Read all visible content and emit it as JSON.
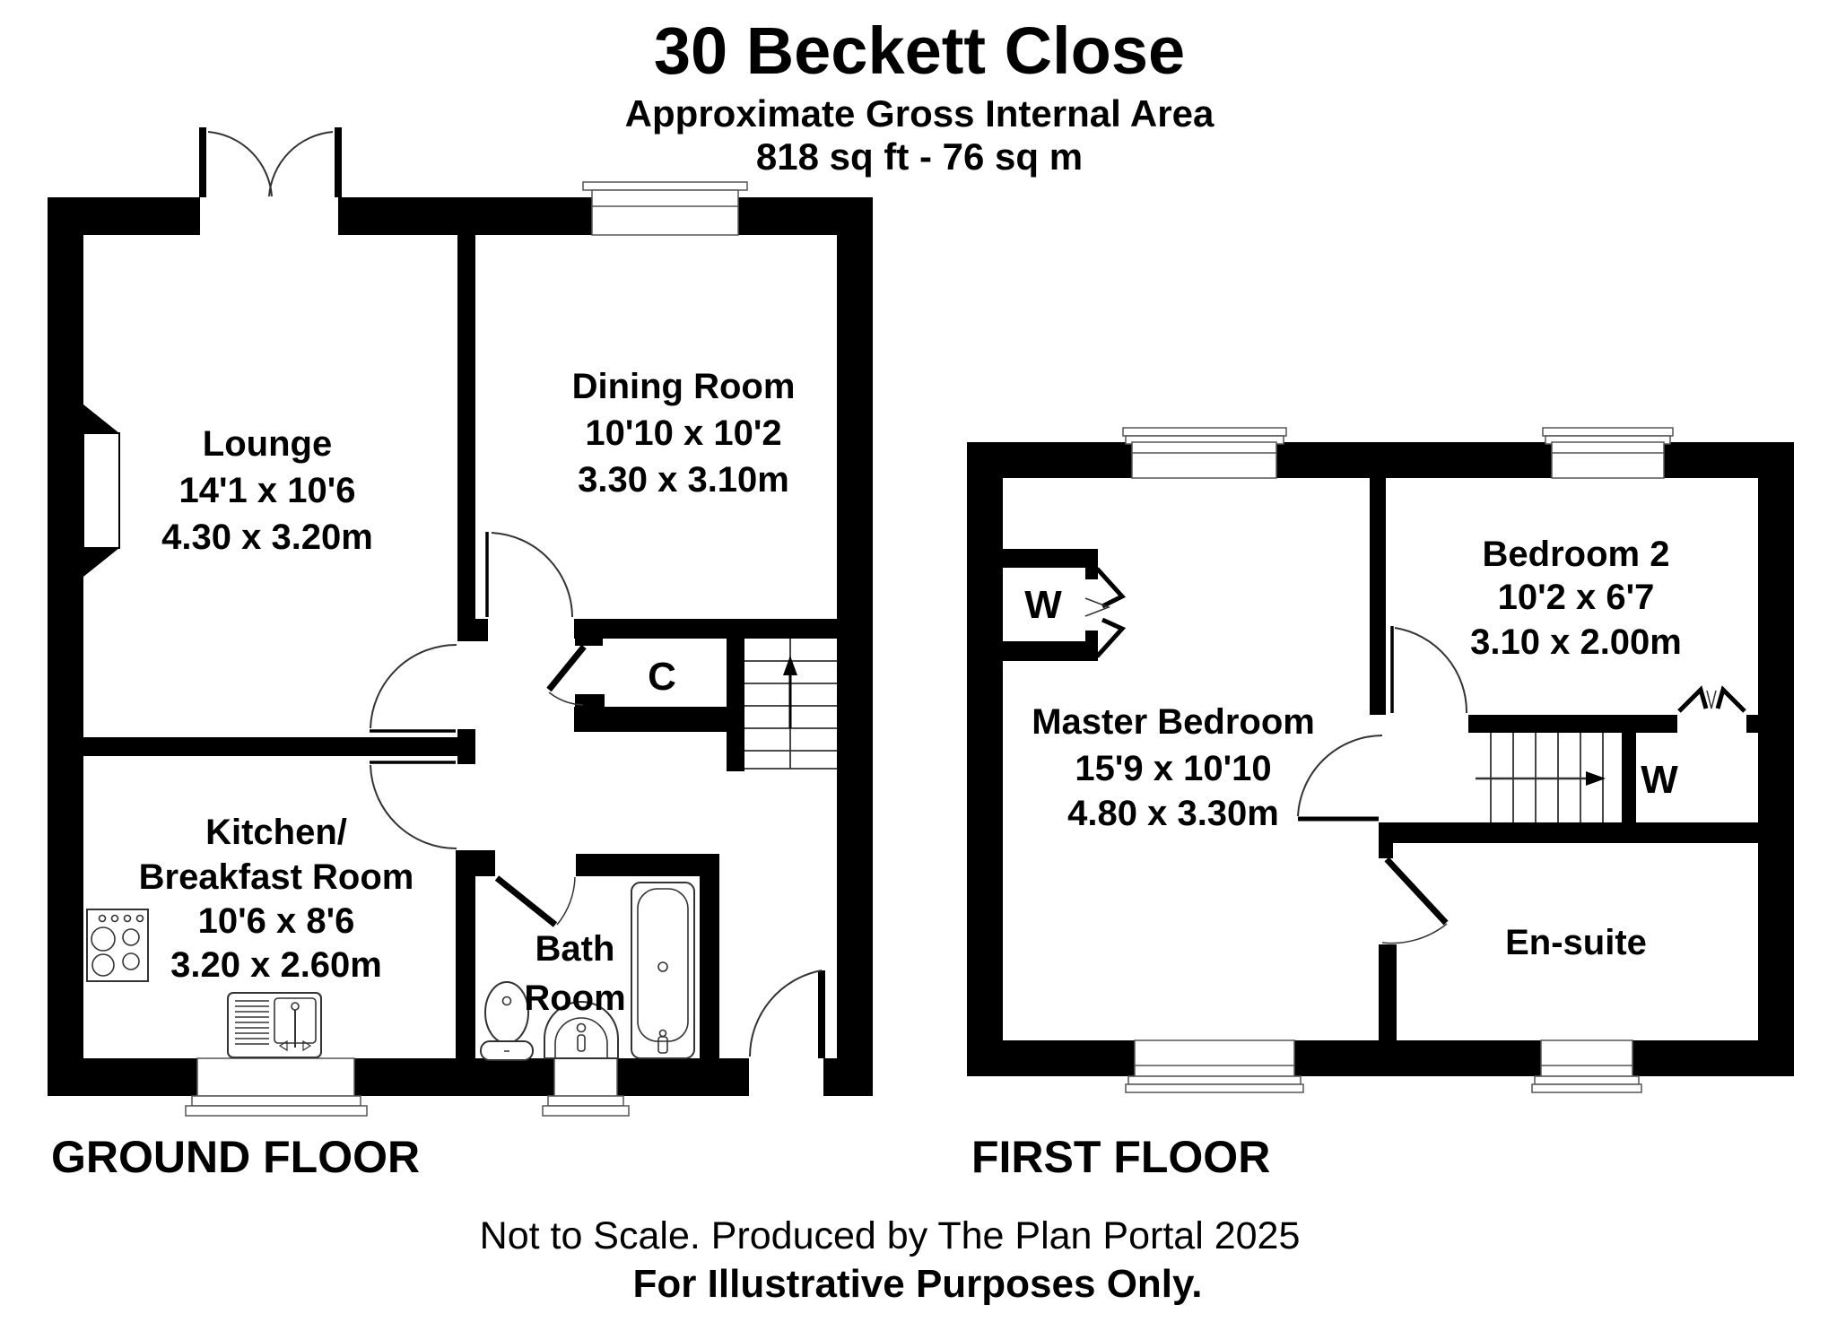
{
  "header": {
    "title": "30 Beckett Close",
    "subtitle": "Approximate Gross Internal Area",
    "area": "818 sq ft - 76 sq m"
  },
  "ground": {
    "label": "GROUND FLOOR",
    "lounge": {
      "name": "Lounge",
      "imperial": "14'1 x 10'6",
      "metric": "4.30 x 3.20m"
    },
    "dining": {
      "name": "Dining Room",
      "imperial": "10'10 x 10'2",
      "metric": "3.30 x 3.10m"
    },
    "kitchen": {
      "name1": "Kitchen/",
      "name2": "Breakfast Room",
      "imperial": "10'6 x 8'6",
      "metric": "3.20 x 2.60m"
    },
    "bath": {
      "name1": "Bath",
      "name2": "Room"
    },
    "cupboard_label": "C"
  },
  "first": {
    "label": "FIRST FLOOR",
    "master": {
      "name": "Master Bedroom",
      "imperial": "15'9 x 10'10",
      "metric": "4.80 x 3.30m"
    },
    "bedroom2": {
      "name": "Bedroom 2",
      "imperial": "10'2 x 6'7",
      "metric": "3.10 x 2.00m"
    },
    "ensuite": {
      "name": "En-suite"
    },
    "wardrobe_master_label": "W",
    "wardrobe_bedroom2_label": "W"
  },
  "footer": {
    "line1": "Not to Scale. Produced by The Plan Portal 2025",
    "line2": "For Illustrative Purposes Only."
  },
  "colors": {
    "wall": "#000000",
    "background": "#ffffff",
    "text": "#000000"
  }
}
